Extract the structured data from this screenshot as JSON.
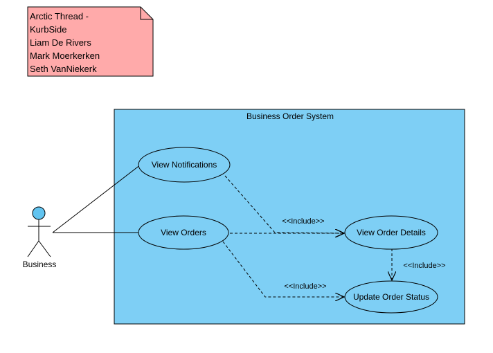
{
  "note": {
    "lines": [
      "Arctic Thread -",
      "KurbSide",
      "Liam De Rivers",
      "Mark Moerkerken",
      "Seth VanNiekerk"
    ]
  },
  "system": {
    "title": "Business Order System"
  },
  "actor": {
    "name": "Business"
  },
  "use_cases": {
    "view_notifications": "View Notifications",
    "view_orders": "View Orders",
    "view_order_details": "View Order Details",
    "update_order_status": "Update Order Status"
  },
  "relations": {
    "include_orders_details": "<<Include>>",
    "include_details_status": "<<Include>>",
    "include_orders_status": "<<Include>>"
  },
  "colors": {
    "note_fill": "#ffaaaa",
    "system_fill": "#7ecff5",
    "actor_head": "#62c4f0",
    "line": "#000000"
  }
}
